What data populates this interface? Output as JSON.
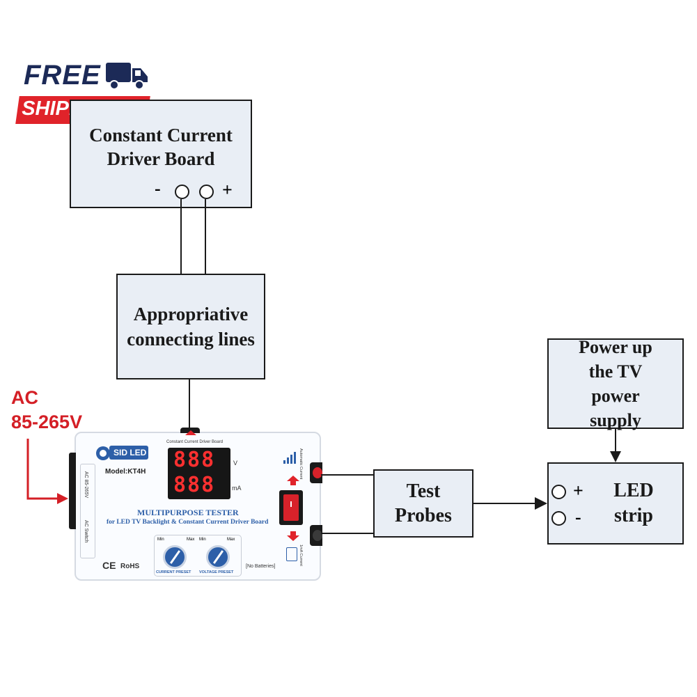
{
  "badge": {
    "free": "FREE",
    "shipping": "SHIPPING"
  },
  "boxes": {
    "driver": {
      "line1": "Constant Current",
      "line2": "Driver Board",
      "minus": "-",
      "plus": "+"
    },
    "connecting": {
      "line1": "Appropriative",
      "line2": "connecting lines"
    },
    "power": {
      "line1": "Power up",
      "line2": "the TV",
      "line3": "power",
      "line4": "supply"
    },
    "probes": {
      "line1": "Test",
      "line2": "Probes"
    },
    "led": {
      "plus": "+",
      "minus": "-",
      "line1": "LED",
      "line2": "strip"
    }
  },
  "ac": {
    "line1": "AC",
    "line2": "85-265V"
  },
  "tester": {
    "brand": "SID LED",
    "model": "Model:KT4H",
    "display_label": "Constant Current Driver Board",
    "display_top": "888",
    "display_bottom": "888",
    "unit_v": "V",
    "unit_ma": "mA",
    "title": "MULTIPURPOSE TESTER",
    "subtitle": "for LED TV Backlight & Constant Current Driver Board",
    "ac_range": "AC 85-265V",
    "ac_switch": "AC Switch",
    "auto_current": "Automatic Current",
    "ma_current": "1mA Current",
    "min1": "Min",
    "max1": "Max",
    "min2": "Min",
    "max2": "Max",
    "current_preset": "CURRENT PRESET",
    "voltage_preset": "VOLTAGE PRESET",
    "no_batteries": "[No Batteries]",
    "ce": "CE",
    "rohs": "RoHS"
  },
  "colors": {
    "box_fill": "#e9eef5",
    "accent_red": "#e0232a",
    "badge_navy": "#1c2a57"
  }
}
